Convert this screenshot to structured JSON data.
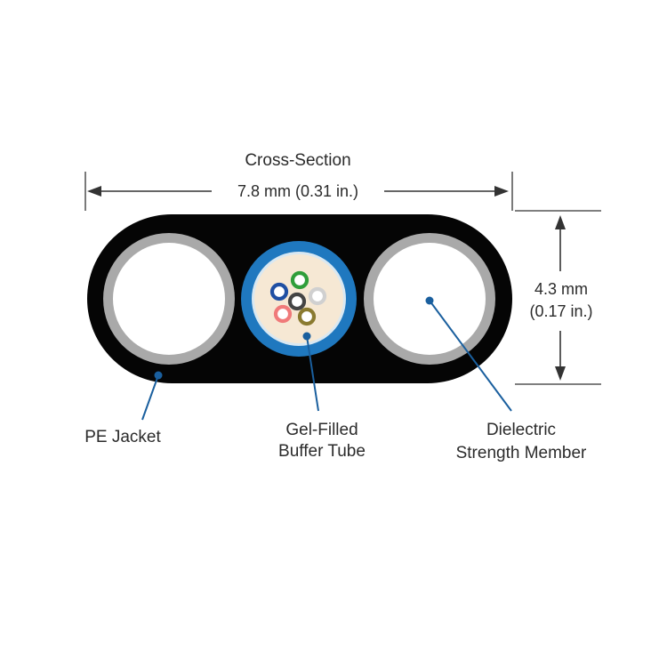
{
  "title": "Cross-Section",
  "width_dim": "7.8 mm (0.31 in.)",
  "height_dim": {
    "line1": "4.3 mm",
    "line2": "(0.17 in.)"
  },
  "labels": {
    "pe_jacket": "PE Jacket",
    "buffer_tube": {
      "line1": "Gel-Filled",
      "line2": "Buffer Tube"
    },
    "strength_member": {
      "line1": "Dielectric",
      "line2": "Strength Member"
    }
  },
  "colors": {
    "jacket": "#050505",
    "member_ring": "#a9a9a9",
    "member_fill": "#ffffff",
    "tube": "#1f78bf",
    "gel": "#f6e8d4",
    "leader": "#1a5f9e",
    "dimension": "#333333"
  },
  "fibers": [
    {
      "color_name": "blue",
      "color": "#1f4fa3"
    },
    {
      "color_name": "green",
      "color": "#2f9e3a"
    },
    {
      "color_name": "gray",
      "color": "#d0d0d0"
    },
    {
      "color_name": "black",
      "color": "#444444"
    },
    {
      "color_name": "rose",
      "color": "#f07a7a"
    },
    {
      "color_name": "olive",
      "color": "#8a7a30"
    }
  ]
}
